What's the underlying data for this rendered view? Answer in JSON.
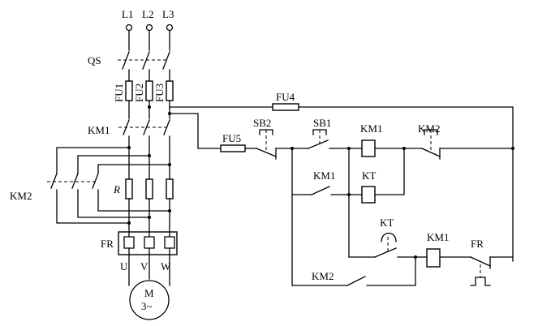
{
  "phases": [
    "L1",
    "L2",
    "L3"
  ],
  "qs": "QS",
  "fuses": {
    "fu1": "FU1",
    "fu2": "FU2",
    "fu3": "FU3",
    "fu4": "FU4",
    "fu5": "FU5"
  },
  "km1": "KM1",
  "km2": "KM2",
  "resistor": "R",
  "fr": "FR",
  "motor_terminals": [
    "U",
    "V",
    "W"
  ],
  "motor": {
    "line1": "M",
    "line2": "3~"
  },
  "sb1": "SB1",
  "sb2": "SB2",
  "kt": "KT"
}
